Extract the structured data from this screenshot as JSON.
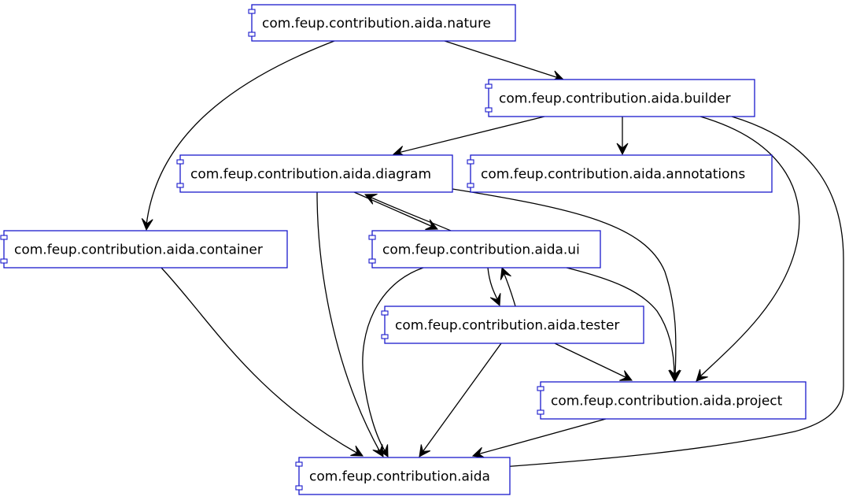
{
  "diagram": {
    "nodes": [
      {
        "id": "nature",
        "label": "com.feup.contribution.aida.nature"
      },
      {
        "id": "builder",
        "label": "com.feup.contribution.aida.builder"
      },
      {
        "id": "diagram",
        "label": "com.feup.contribution.aida.diagram"
      },
      {
        "id": "annotations",
        "label": "com.feup.contribution.aida.annotations"
      },
      {
        "id": "container",
        "label": "com.feup.contribution.aida.container"
      },
      {
        "id": "ui",
        "label": "com.feup.contribution.aida.ui"
      },
      {
        "id": "tester",
        "label": "com.feup.contribution.aida.tester"
      },
      {
        "id": "project",
        "label": "com.feup.contribution.aida.project"
      },
      {
        "id": "aida",
        "label": "com.feup.contribution.aida"
      }
    ],
    "edges": [
      {
        "from": "nature",
        "to": "builder"
      },
      {
        "from": "nature",
        "to": "container"
      },
      {
        "from": "builder",
        "to": "diagram"
      },
      {
        "from": "builder",
        "to": "annotations"
      },
      {
        "from": "builder",
        "to": "project"
      },
      {
        "from": "builder",
        "to": "aida"
      },
      {
        "from": "diagram",
        "to": "ui"
      },
      {
        "from": "ui",
        "to": "diagram"
      },
      {
        "from": "diagram",
        "to": "project"
      },
      {
        "from": "diagram",
        "to": "aida"
      },
      {
        "from": "container",
        "to": "aida"
      },
      {
        "from": "ui",
        "to": "tester"
      },
      {
        "from": "tester",
        "to": "ui"
      },
      {
        "from": "ui",
        "to": "project"
      },
      {
        "from": "ui",
        "to": "aida"
      },
      {
        "from": "tester",
        "to": "project"
      },
      {
        "from": "tester",
        "to": "aida"
      },
      {
        "from": "project",
        "to": "aida"
      }
    ]
  }
}
